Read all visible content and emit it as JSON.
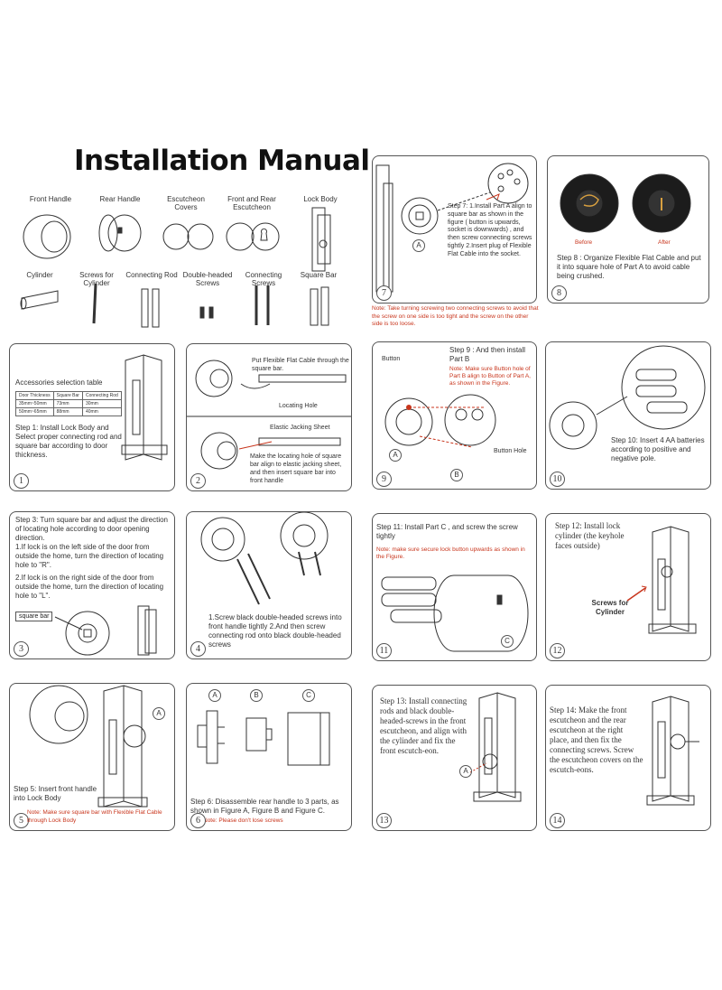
{
  "title": "Installation Manual",
  "accessories": {
    "front_handle": "Front Handle",
    "rear_handle": "Rear Handle",
    "escutcheon_covers": "Escutcheon Covers",
    "front_rear_escutcheon": "Front and Rear Escutcheon",
    "lock_body": "Lock Body",
    "cylinder": "Cylinder",
    "screws_cylinder": "Screws for Cylinder",
    "connecting_rod": "Connecting Rod",
    "double_headed_screws": "Double-headed Screws",
    "connecting_screws": "Connecting Screws",
    "square_bar": "Square Bar"
  },
  "steps": {
    "s1": {
      "num": "1",
      "table_title": "Accessories selection table",
      "table": {
        "headers": [
          "Door Thickness",
          "Square Bar",
          "Connecting Rod"
        ],
        "rows": [
          [
            "35mm~50mm",
            "73mm",
            "30mm"
          ],
          [
            "50mm~65mm",
            "88mm",
            "40mm"
          ]
        ]
      },
      "text": "Step 1: Install Lock Body and Select proper connecting rod and square bar according to door thickness."
    },
    "s2": {
      "num": "2",
      "label1": "Put Flexible Flat Cable through the square bar.",
      "label2": "Locating Hole",
      "label3": "Elastic Jacking Sheet",
      "text": "Make the locating hole of square bar align to elastic jacking sheet, and then insert square bar into front handle"
    },
    "s3": {
      "num": "3",
      "text_a": "Step 3: Turn square bar and adjust the direction of locating hole according to door opening direction.",
      "text_b": "1.If lock is on the left side of the door from outside the home, turn the direction of locating hole to \"R\".",
      "text_c": "2.If lock is on the right side of the door from outside the home, turn the direction of locating hole to \"L\".",
      "square_bar": "square bar"
    },
    "s4": {
      "num": "4",
      "text": "1.Screw black double-headed screws into front handle tightly 2.And then screw connecting rod onto black double-headed screws"
    },
    "s5": {
      "num": "5",
      "letter": "A",
      "text": "Step 5: Insert front handle into Lock Body",
      "note": "Note: Make sure square bar with Flexible Flat Cable through Lock Body"
    },
    "s6": {
      "num": "6",
      "la": "A",
      "lb": "B",
      "lc": "C",
      "text": "Step 6: Disassemble rear handle to 3 parts, as shown in Figure A, Figure B and Figure C.",
      "note": "Note: Please don't lose screws"
    },
    "s7": {
      "num": "7",
      "letter": "A",
      "text": "Step 7: 1.Install Part A align to square bar as shown in the figure ( button is upwards, socket is downwards) , and then screw connecting screws tightly 2.Insert plug of Flexible Flat Cable into the socket.",
      "note": "Note: Take turning screwing two connecting screws to avoid that the screw on one side is too tight and the screw on the other side is too loose."
    },
    "s8": {
      "num": "8",
      "before": "Before",
      "after": "After",
      "text": "Step 8 : Organize Flexible Flat Cable and put it into square hole of Part A to avoid cable being crushed."
    },
    "s9": {
      "num": "9",
      "button": "Button",
      "button_hole": "Button Hole",
      "la": "A",
      "lb": "B",
      "text": "Step 9 : And then install Part B",
      "note": "Note: Make sure Button hole of Part B align to Button of Part A, as shown in the Figure."
    },
    "s10": {
      "num": "10",
      "text": "Step 10: Insert 4 AA batteries according to positive and negative pole."
    },
    "s11": {
      "num": "11",
      "letter": "C",
      "text": "Step 11: Install Part C , and screw the screw tightly",
      "note": "Note: make sure secure lock button upwards as shown in the Figure."
    },
    "s12": {
      "num": "12",
      "text": "Step 12: Install lock cylinder (the keyhole faces outside)",
      "label": "Screws for Cylinder"
    },
    "s13": {
      "num": "13",
      "letter": "A",
      "text": "Step 13: Install connecting rods and black double-headed-screws in the front escutcheon, and align with the cylinder and fix the front escutch-eon."
    },
    "s14": {
      "num": "14",
      "text": "Step 14: Make the front escutcheon and the rear escutcheon at the right place, and then fix the connecting screws. Screw the escutcheon covers on the escutch-eons."
    }
  },
  "colors": {
    "accent_red": "#c8351c",
    "line": "#555555"
  }
}
